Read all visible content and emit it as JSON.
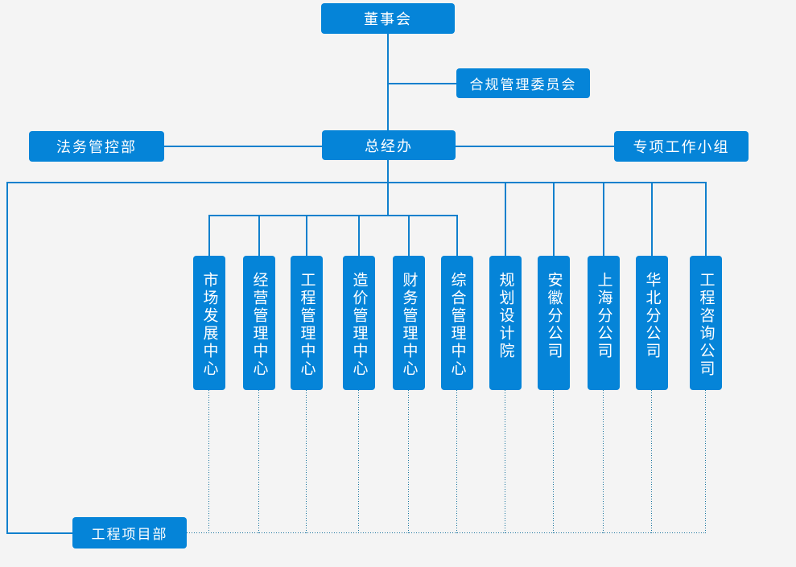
{
  "colors": {
    "box_blue": "#0584d8",
    "line_blue": "#1080cd",
    "dotted_line": "#15719c",
    "bg": "#f4f4f4",
    "text_white": "#ffffff"
  },
  "org": {
    "board": {
      "label": "董事会"
    },
    "compliance_committee": {
      "label": "合规管理委员会"
    },
    "legal_dept": {
      "label": "法务管控部"
    },
    "gm_office": {
      "label": "总经办"
    },
    "special_group": {
      "label": "专项工作小组"
    },
    "departments": [
      {
        "label": "市场发展中心"
      },
      {
        "label": "经营管理中心"
      },
      {
        "label": "工程管理中心"
      },
      {
        "label": "造价管理中心"
      },
      {
        "label": "财务管理中心"
      },
      {
        "label": "综合管理中心"
      },
      {
        "label": "规划设计院"
      },
      {
        "label": "安徽分公司"
      },
      {
        "label": "上海分公司"
      },
      {
        "label": "华北分公司"
      },
      {
        "label": "工程咨询公司"
      }
    ],
    "project_dept": {
      "label": "工程项目部"
    }
  }
}
